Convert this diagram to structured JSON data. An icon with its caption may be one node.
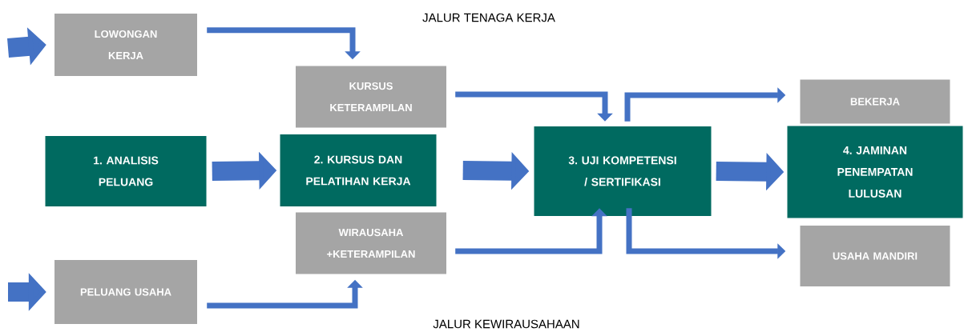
{
  "diagram": {
    "nodes": [
      {
        "text": [
          "LOWONGAN KERJA"
        ]
      },
      {
        "text": [
          "KURSUS KETERAMPILAN"
        ]
      },
      {
        "text": [
          "1. ANALISIS PELUANG"
        ]
      },
      {
        "text": [
          "2. KURSUS DAN PELATIHAN KERJA"
        ]
      },
      {
        "text": [
          "3. UJI KOMPETENSI / SERTIFIKASI"
        ]
      },
      {
        "text": [
          "4. JAMINAN PENEMPATAN LULUSAN"
        ]
      },
      {
        "text": [
          "BEKERJA"
        ]
      },
      {
        "text": [
          "WIRAUSAHA +KETERAMPILAN"
        ]
      },
      {
        "text": [
          "PELUANG USAHA"
        ]
      },
      {
        "text": [
          "USAHA MANDIRI"
        ]
      }
    ],
    "edges": [
      {
        "from": null,
        "to": 0,
        "arrow": "to",
        "style": "thick"
      },
      {
        "from": null,
        "to": 8,
        "arrow": "to",
        "style": "thick"
      },
      {
        "from": 0,
        "to": 1,
        "arrow": "to"
      },
      {
        "from": 2,
        "to": 3,
        "arrow": "to",
        "style": "thick"
      },
      {
        "from": 3,
        "to": 4,
        "arrow": "to",
        "style": "thick"
      },
      {
        "from": 4,
        "to": 5,
        "arrow": "to",
        "style": "thick"
      },
      {
        "from": 1,
        "to": 4,
        "arrow": "to"
      },
      {
        "from": 4,
        "to": 6,
        "arrow": "to"
      },
      {
        "from": 7,
        "to": 4,
        "arrow": "to"
      },
      {
        "from": 4,
        "to": 9,
        "arrow": "to"
      },
      {
        "from": 8,
        "to": 7,
        "arrow": "to"
      }
    ],
    "labels": [
      "JALUR TENAGA KERJA",
      "JALUR KEWIRAUSAHAAN"
    ]
  }
}
